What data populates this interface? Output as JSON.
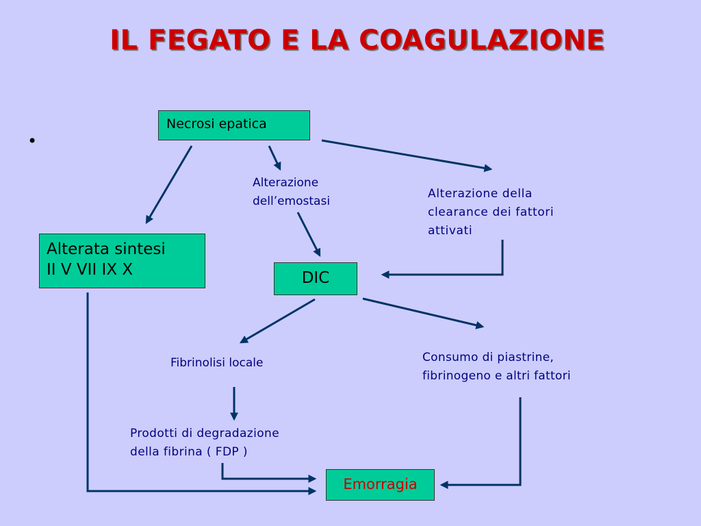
{
  "title": "IL FEGATO E LA COAGULAZIONE",
  "bullet": "•",
  "nodes": {
    "necrosi": "Necrosi epatica",
    "alterazione_emostasi": [
      "Alterazione",
      "dell’emostasi"
    ],
    "alterazione_clearance": [
      "Alterazione della",
      "clearance dei fattori",
      "attivati"
    ],
    "alterata_sintesi": [
      "Alterata sintesi",
      "II V VII IX X"
    ],
    "dic": "DIC",
    "fibrinolisi": "Fibrinolisi locale",
    "consumo": [
      "Consumo di piastrine,",
      "fibrinogeno e altri fattori"
    ],
    "prodotti": [
      "Prodotti di degradazione",
      "della fibrina ( FDP )"
    ],
    "emorragia": "Emorragia"
  },
  "colors": {
    "background": "#cccdfd",
    "title": "#cc0000",
    "box_fill": "#00cc99",
    "label_text": "#000080",
    "arrow": "#003366",
    "emorragia_text": "#cc0000"
  }
}
